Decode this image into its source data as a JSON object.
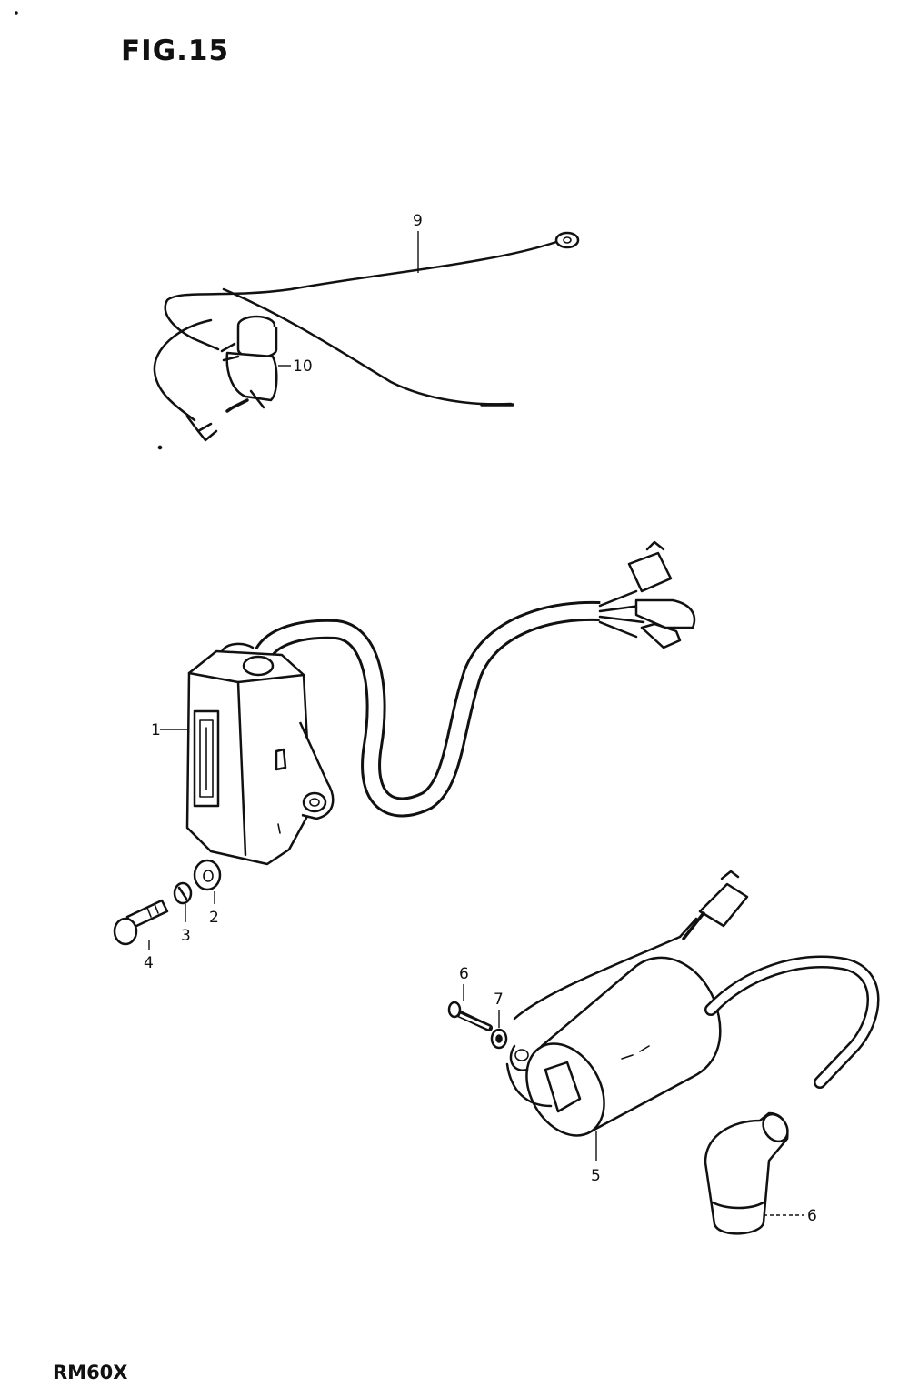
{
  "figure": {
    "title": "FIG.15",
    "model": "RM60X"
  },
  "callouts": {
    "p1": "1",
    "p2": "2",
    "p3": "3",
    "p4": "4",
    "p5": "5",
    "p6a": "6",
    "p7": "7",
    "p6b": "6",
    "p9": "9",
    "p10": "10"
  }
}
